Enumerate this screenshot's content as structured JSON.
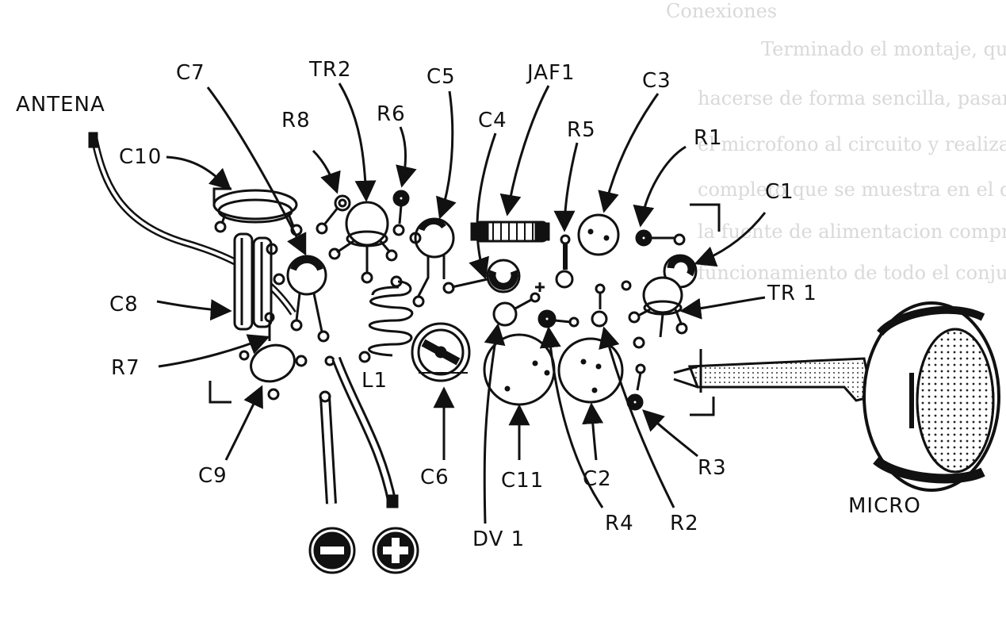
{
  "labels": {
    "antena": "ANTENA",
    "c10": "C10",
    "c7": "C7",
    "r8": "R8",
    "tr2": "TR2",
    "r6": "R6",
    "c5": "C5",
    "c4": "C4",
    "jaf1": "JAF1",
    "r5": "R5",
    "c3": "C3",
    "r1": "R1",
    "c1": "C1",
    "tr1": "TR 1",
    "c8": "C8",
    "r7": "R7",
    "c9": "C9",
    "l1": "L1",
    "c6": "C6",
    "c11": "C11",
    "dv1": "DV 1",
    "r4": "R4",
    "c2": "C2",
    "r2": "R2",
    "r3": "R3",
    "micro": "MICRO"
  },
  "background_text": [
    "Conexiones",
    "Terminado el montaje, que en dos palabras puede",
    "hacerse de forma sencilla, pasamos a conectar",
    "el microfono al circuito y realizar el montaje",
    "completo que se muestra en el dibujo y conectarlo a",
    "la fuente de alimentacion comprobando el correcto",
    "funcionamiento de todo el conjunto, etc. En"
  ]
}
